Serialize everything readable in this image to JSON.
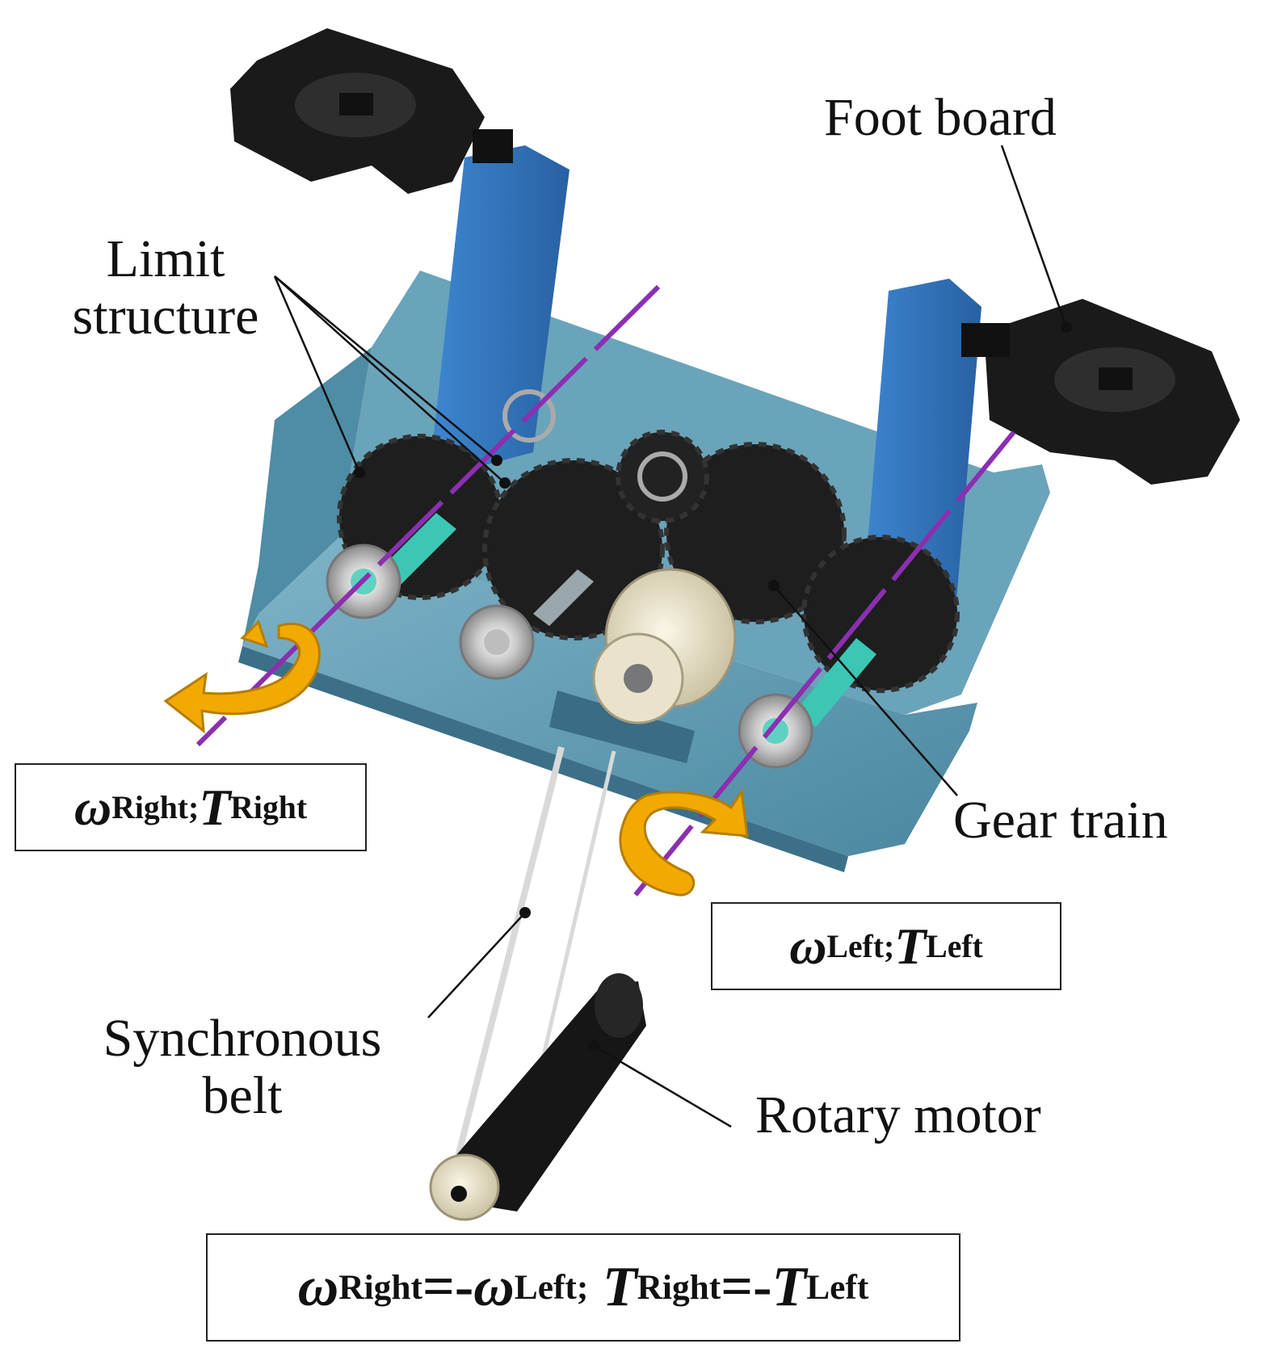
{
  "labels": {
    "foot_board": "Foot board",
    "limit_structure": [
      "Limit",
      "structure"
    ],
    "gear_train": "Gear train",
    "synchronous_belt": [
      "Synchronous",
      "belt"
    ],
    "rotary_motor": "Rotary motor"
  },
  "box_right": {
    "omega": "ω",
    "omega_sub": "Right;",
    "torque": "T",
    "torque_sub": "Right"
  },
  "box_left": {
    "omega": "ω",
    "omega_sub": "Left;",
    "torque": "T",
    "torque_sub": "Left"
  },
  "box_equation": {
    "omega": "ω",
    "sub_right": "Right",
    "eq1": "=-",
    "sub_left_sep": "Left;",
    "torque": "T",
    "sub_right2": "Right",
    "eq2": "=-",
    "sub_left2": "Left"
  },
  "colors": {
    "housing": "#5e9bb3",
    "housing_dark": "#3f7c95",
    "crank_arm": "#2f6fb8",
    "pedal": "#1d1d1d",
    "gear": "#1e1e1e",
    "shaft": "#39c6b4",
    "axis_line": "#8b2fb0",
    "rotation_arrow": "#f2a900",
    "motor": "#161616",
    "pulley": "#efe8cf"
  }
}
